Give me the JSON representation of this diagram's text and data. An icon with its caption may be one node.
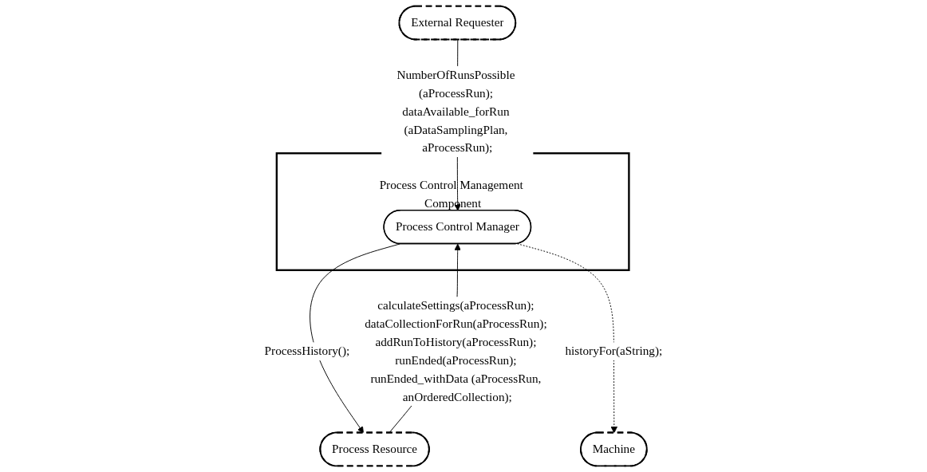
{
  "diagram": {
    "nodes": [
      {
        "text": [
          "Process Control Management Component"
        ]
      },
      {
        "text": [
          "Process Control Manager"
        ],
        "in": 0
      },
      {
        "text": [
          "External Requester"
        ]
      },
      {
        "text": [
          "Process Resource"
        ]
      },
      {
        "text": [
          "Machine"
        ]
      }
    ],
    "edges": [
      {
        "from": 2,
        "to": 1,
        "arrow": "to",
        "label": "NumberOfRunsPossible (aProcessRun); dataAvailable_forRun (aDataSamplingPlan, aProcessRun);"
      },
      {
        "from": 1,
        "to": 3,
        "arrow": "to",
        "label": "ProcessHistory();"
      },
      {
        "from": 3,
        "to": 1,
        "arrow": "to",
        "label": "calculateSettings(aProcessRun); dataCollectionForRun(aProcessRun); addRunToHistory(aProcessRun); runEnded(aProcessRun); runEnded_withData (aProcessRun, anOrderedCollection);"
      },
      {
        "from": 1,
        "to": 4,
        "arrow": "to",
        "label": "historyFor(aString);",
        "style": "dashed"
      }
    ]
  }
}
